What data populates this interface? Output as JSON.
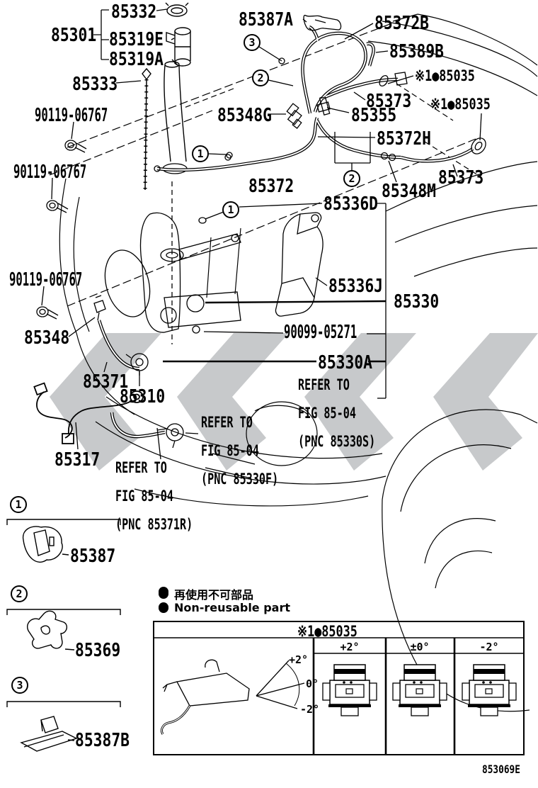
{
  "figure_code": "853069E",
  "labels": {
    "p85332": "85332",
    "p85301": "85301",
    "p85319E": "85319E",
    "p85319A": "85319A",
    "p85387A": "85387A",
    "p85372B": "85372B",
    "p85389B": "85389B",
    "p85333": "85333",
    "p90119": "90119-06767",
    "p85348G": "85348G",
    "p85373": "85373",
    "p85355": "85355",
    "p85372H": "85372H",
    "p85372": "85372",
    "p85348M": "85348M",
    "p85336D": "85336D",
    "p85336J": "85336J",
    "p85330": "85330",
    "p90099": "90099-05271",
    "p85348": "85348",
    "p85330A": "85330A",
    "p85371": "85371",
    "p85310": "85310",
    "p85317": "85317",
    "p85387": "85387",
    "p85369": "85369",
    "p85387B": "85387B",
    "note85035": "※1●85035"
  },
  "refer_notes": {
    "s": {
      "l1": "REFER TO",
      "l2": "FIG 85-04",
      "l3": "(PNC 85330S)"
    },
    "f": {
      "l1": "REFER TO",
      "l2": "FIG 85-04",
      "l3": "(PNC 85330F)"
    },
    "r": {
      "l1": "REFER TO",
      "l2": "FIG 85-04",
      "l3": "(PNC 85371R)"
    }
  },
  "circled": {
    "one": "1",
    "two": "2",
    "three": "3"
  },
  "legend": {
    "jp": "再使用不可部品",
    "en": "Non-reusable part"
  },
  "table": {
    "title": "※1●85035",
    "columns": [
      "+2°",
      "±0°",
      "-2°"
    ],
    "angle_labels": [
      "+2°",
      "0°",
      "-2°"
    ]
  }
}
